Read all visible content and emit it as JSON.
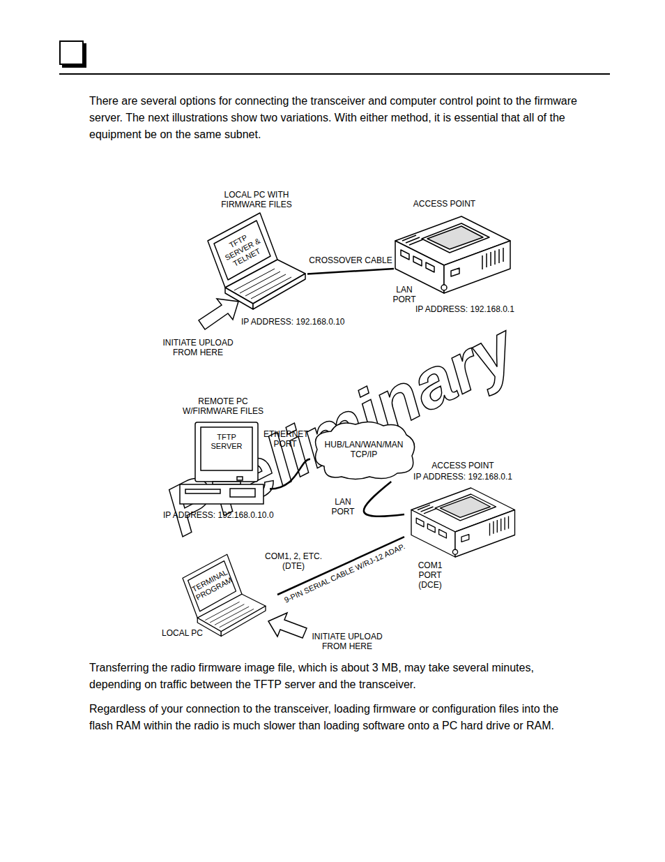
{
  "diagram": {
    "nodes": [
      {
        "text": [
          "LOCAL PC WITH FIRMWARE FILES",
          "TFTP SERVER & TELNET"
        ]
      },
      {
        "text": [
          "ACCESS POINT"
        ]
      },
      {
        "text": [
          "REMOTE PC W/FIRMWARE FILES",
          "TFTP SERVER"
        ]
      },
      {
        "text": [
          "HUB/LAN/WAN/MAN TCP/IP"
        ]
      },
      {
        "text": [
          "ACCESS POINT",
          "IP ADDRESS: 192.168.0.1"
        ]
      },
      {
        "text": [
          "TERMINAL PROGRAM",
          "LOCAL PC"
        ]
      }
    ],
    "edges": [
      {
        "from": 0,
        "to": 1,
        "label": "CROSSOVER CABLE",
        "arrow": "none"
      },
      {
        "from": 2,
        "to": 3,
        "arrow": "none"
      },
      {
        "from": 3,
        "to": 4,
        "arrow": "none"
      },
      {
        "from": 5,
        "to": 4,
        "label": "9-PIN SERIAL CABLE W/RJ-12 ADAP.",
        "arrow": "none"
      }
    ],
    "labels": [
      "There are several options for connecting the transceiver and computer control point to the firmware server. The next illustrations show two variations. With either method, it is essential that all of the equipment be on the same subnet.",
      "LAN PORT",
      "IP ADDRESS: 192.168.0.1",
      "IP ADDRESS: 192.168.0.10",
      "INITIATE UPLOAD FROM HERE",
      "ETHERNET PORT",
      "IP ADDRESS: 192.168.0.10.0",
      "LAN PORT",
      "COM1 PORT (DCE)",
      "COM1, 2, ETC. (DTE)",
      "INITIATE UPLOAD FROM HERE",
      "Preliminary",
      "Transferring the radio firmware image file, which is about 3 MB, may take several minutes, depending on traffic between the TFTP server and the transceiver.",
      "Regardless of your connection to the transceiver, loading firmware or configuration files into the flash RAM within the radio is much slower than loading software onto a PC hard drive or RAM."
    ]
  }
}
